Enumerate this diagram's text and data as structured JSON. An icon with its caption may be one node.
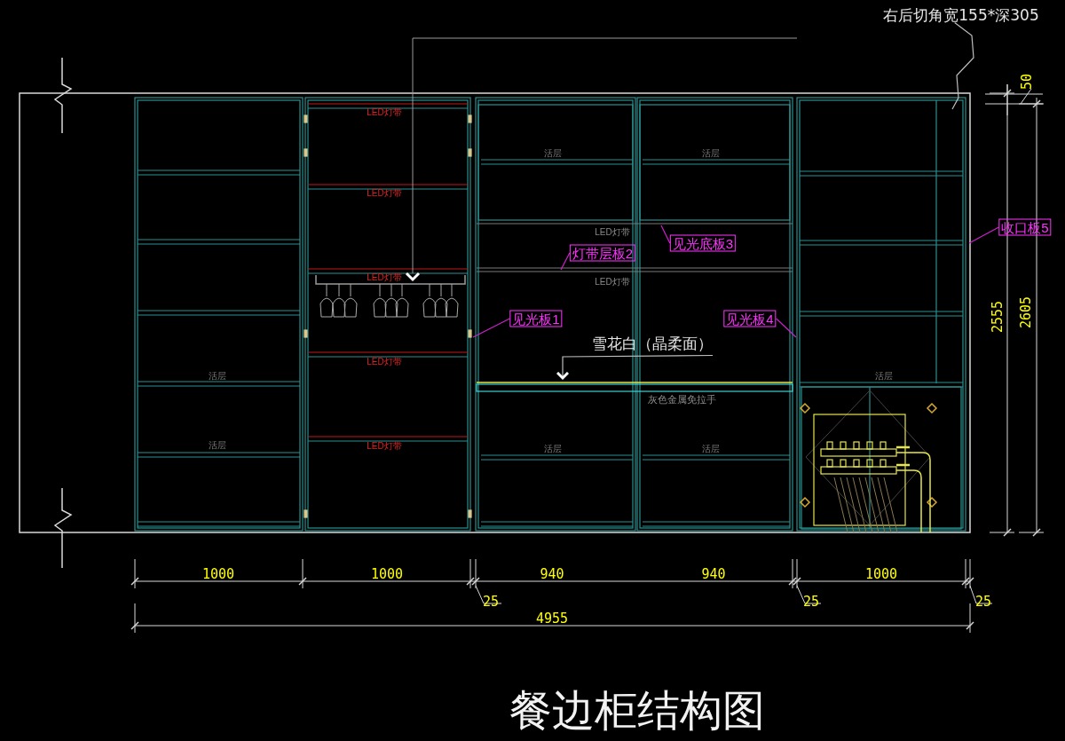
{
  "diagram": {
    "title": "餐边柜结构图",
    "nodes": [
      {
        "text": [
          "右后切角宽155*深305"
        ]
      },
      {
        "text": [
          "收口板5"
        ]
      },
      {
        "text": [
          "见光底板3"
        ]
      },
      {
        "text": [
          "灯带层板2"
        ]
      },
      {
        "text": [
          "见光板1"
        ]
      },
      {
        "text": [
          "见光板4"
        ]
      },
      {
        "text": [
          "雪花白（晶柔面）"
        ]
      }
    ],
    "edges": [
      {
        "from": 0,
        "to": null,
        "arrow": "none",
        "color": "#bfbfbf"
      },
      {
        "from": 1,
        "to": null,
        "arrow": "none"
      },
      {
        "from": 2,
        "to": null,
        "arrow": "none"
      },
      {
        "from": 3,
        "to": null,
        "arrow": "none"
      },
      {
        "from": 4,
        "to": null,
        "arrow": "none"
      },
      {
        "from": 5,
        "to": null,
        "arrow": "none"
      },
      {
        "from": 6,
        "to": null,
        "arrow": "to",
        "color": "#bfbfbf"
      }
    ],
    "labels": [
      "50",
      "LED灯带",
      "活层",
      "活层",
      "LED灯带",
      "LED灯带",
      "LED灯带",
      "LED灯带",
      "2555",
      "2605",
      "LED灯带",
      "活层",
      "活层",
      "灰色金属免拉手",
      "活层",
      "LED灯带",
      "活层",
      "活层",
      "1000",
      "1000",
      "940",
      "940",
      "1000",
      "25",
      "25",
      "25",
      "4955"
    ]
  }
}
